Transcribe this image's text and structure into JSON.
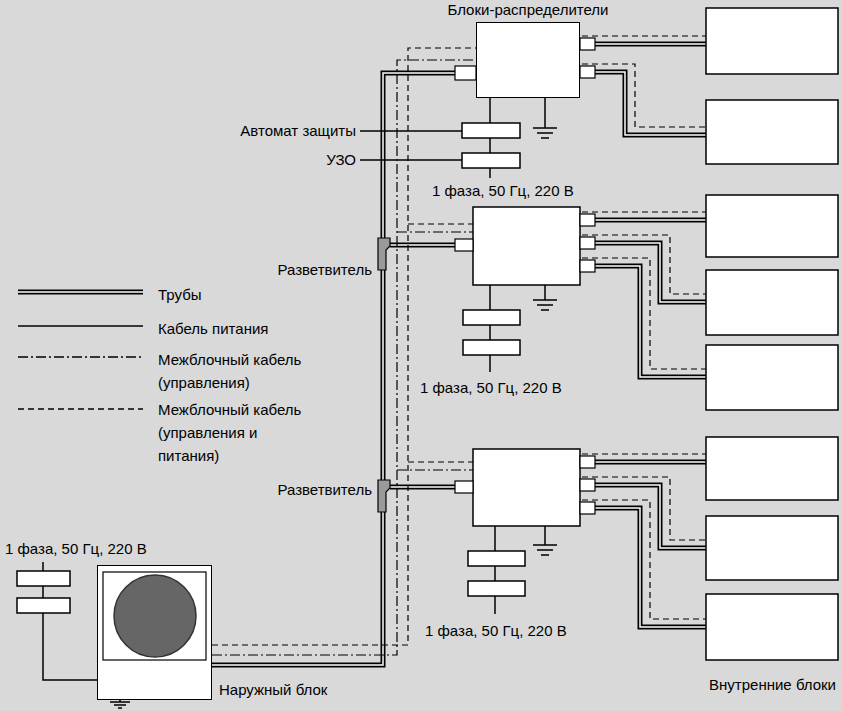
{
  "diagram": {
    "nodes": [
      {
        "text": [
          "Наружный блок"
        ]
      },
      {
        "text": [
          "Блоки-распределители"
        ]
      }
    ],
    "edges": [
      {
        "from": 0,
        "to": 1,
        "arrow": "none"
      }
    ],
    "labels": [
      "Автомат защиты",
      "УЗО",
      "1 фаза, 50 Гц, 220 В",
      "Разветвитель",
      "1 фаза, 50 Гц, 220 В",
      "Разветвитель",
      "1 фаза, 50 Гц, 220 В",
      "1 фаза, 50 Гц, 220 В",
      "Внутренние блоки"
    ],
    "legend": [
      {
        "text": "Трубы"
      },
      {
        "text": "Кабель питания"
      },
      {
        "text": "Межблочный кабель (управления)"
      },
      {
        "text": "Межблочный кабель (управления и питания)"
      }
    ]
  }
}
